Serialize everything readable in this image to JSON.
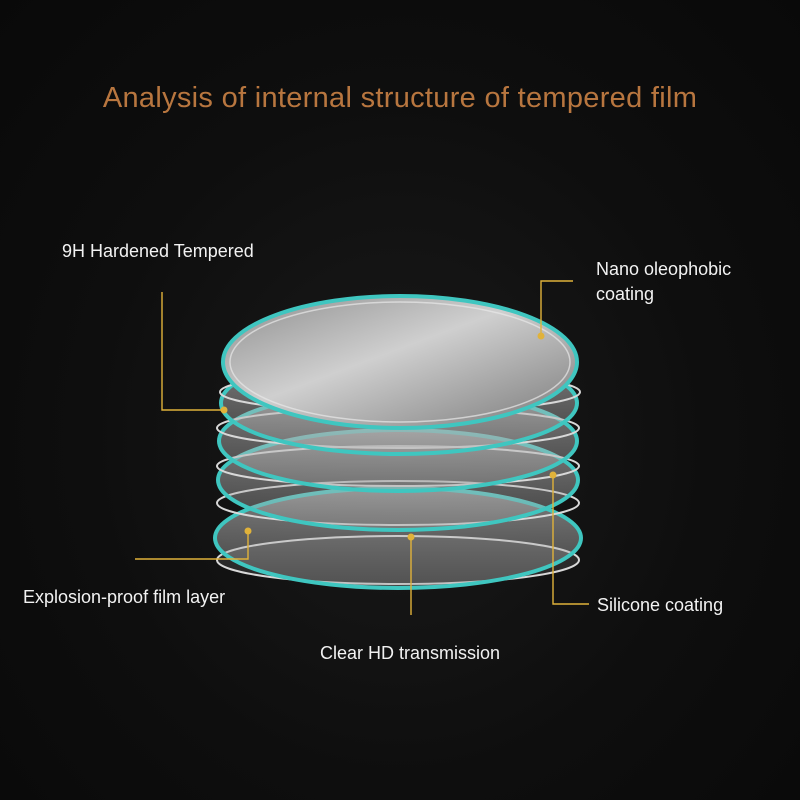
{
  "title": "Analysis of internal structure of tempered film",
  "labels": {
    "hardened": "9H Hardened Tempered",
    "nano_line1": "Nano oleophobic",
    "nano_line2": "coating",
    "explosion": "Explosion-proof film layer",
    "silicone": "Silicone coating",
    "clear": "Clear HD transmission"
  },
  "colors": {
    "background": "#0c0c0c",
    "title": "#b8763f",
    "label_text": "#f2f2f2",
    "leader_line": "#e0b23a",
    "disc_rim": "#3fc6c0"
  }
}
